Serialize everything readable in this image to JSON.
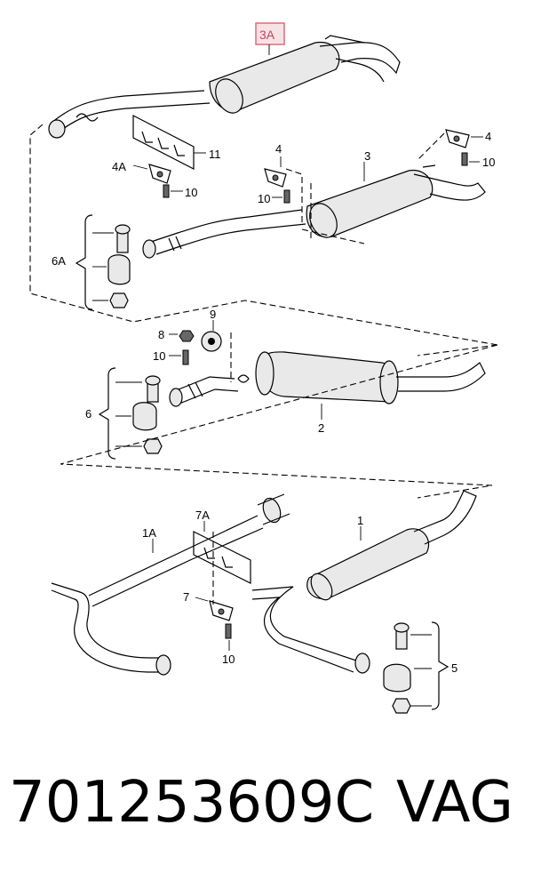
{
  "diagram": {
    "labels": {
      "l_3A": "3A",
      "l_11": "11",
      "l_4A": "4A",
      "l_10a": "10",
      "l_4_mid": "4",
      "l_10b": "10",
      "l_3": "3",
      "l_4_right": "4",
      "l_10c": "10",
      "l_6A": "6A",
      "l_9": "9",
      "l_8": "8",
      "l_10d": "10",
      "l_6": "6",
      "l_2": "2",
      "l_7A": "7A",
      "l_1A": "1A",
      "l_1": "1",
      "l_7": "7",
      "l_10e": "10",
      "l_5": "5"
    },
    "highlight_color": "#e06070"
  },
  "footer": {
    "part_number": "701253609C",
    "brand": "VAG"
  }
}
